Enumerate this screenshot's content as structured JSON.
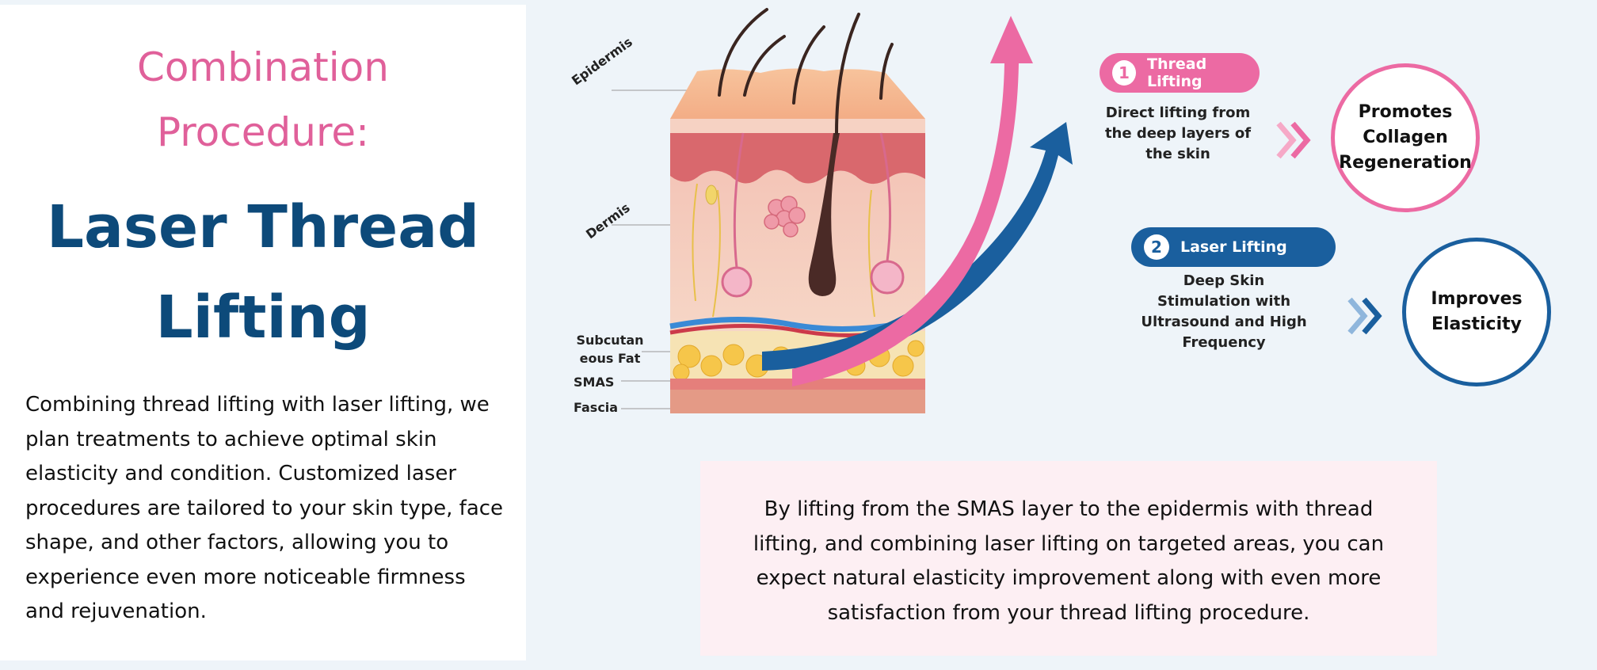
{
  "left": {
    "subtitle_line1": "Combination",
    "subtitle_line2": "Procedure:",
    "title_line1": "Laser Thread",
    "title_line2": "Lifting",
    "intro": "Combining thread lifting with laser lifting, we plan treatments to achieve optimal skin elasticity and condition. Customized laser procedures are tailored to your skin type, face shape, and other factors, allowing you to experience even more noticeable firmness and rejuvenation."
  },
  "diagram": {
    "layers": {
      "epidermis": "Epidermis",
      "dermis": "Dermis",
      "subcutaneous_line1": "Subcutan",
      "subcutaneous_line2": "eous Fat",
      "smas": "SMAS",
      "fascia": "Fascia"
    },
    "colors": {
      "thread_pink": "#ec6aa3",
      "laser_blue": "#1a5f9e",
      "title_blue": "#0d4a7a",
      "subtitle_pink": "#e0609a"
    }
  },
  "step1": {
    "number": "1",
    "label": "Thread Lifting",
    "desc_line1": "Direct lifting from",
    "desc_line2": "the deep layers of",
    "desc_line3": "the skin",
    "result_line1": "Promotes",
    "result_line2": "Collagen",
    "result_line3": "Regeneration"
  },
  "step2": {
    "number": "2",
    "label": "Laser Lifting",
    "desc_line1": "Deep Skin",
    "desc_line2": "Stimulation with",
    "desc_line3": "Ultrasound and High",
    "desc_line4": "Frequency",
    "result_line1": "Improves",
    "result_line2": "Elasticity"
  },
  "note": "By lifting from the SMAS layer to the epidermis with thread lifting, and combining laser lifting on targeted areas, you can expect natural elasticity improvement along with even more satisfaction from your thread lifting procedure."
}
